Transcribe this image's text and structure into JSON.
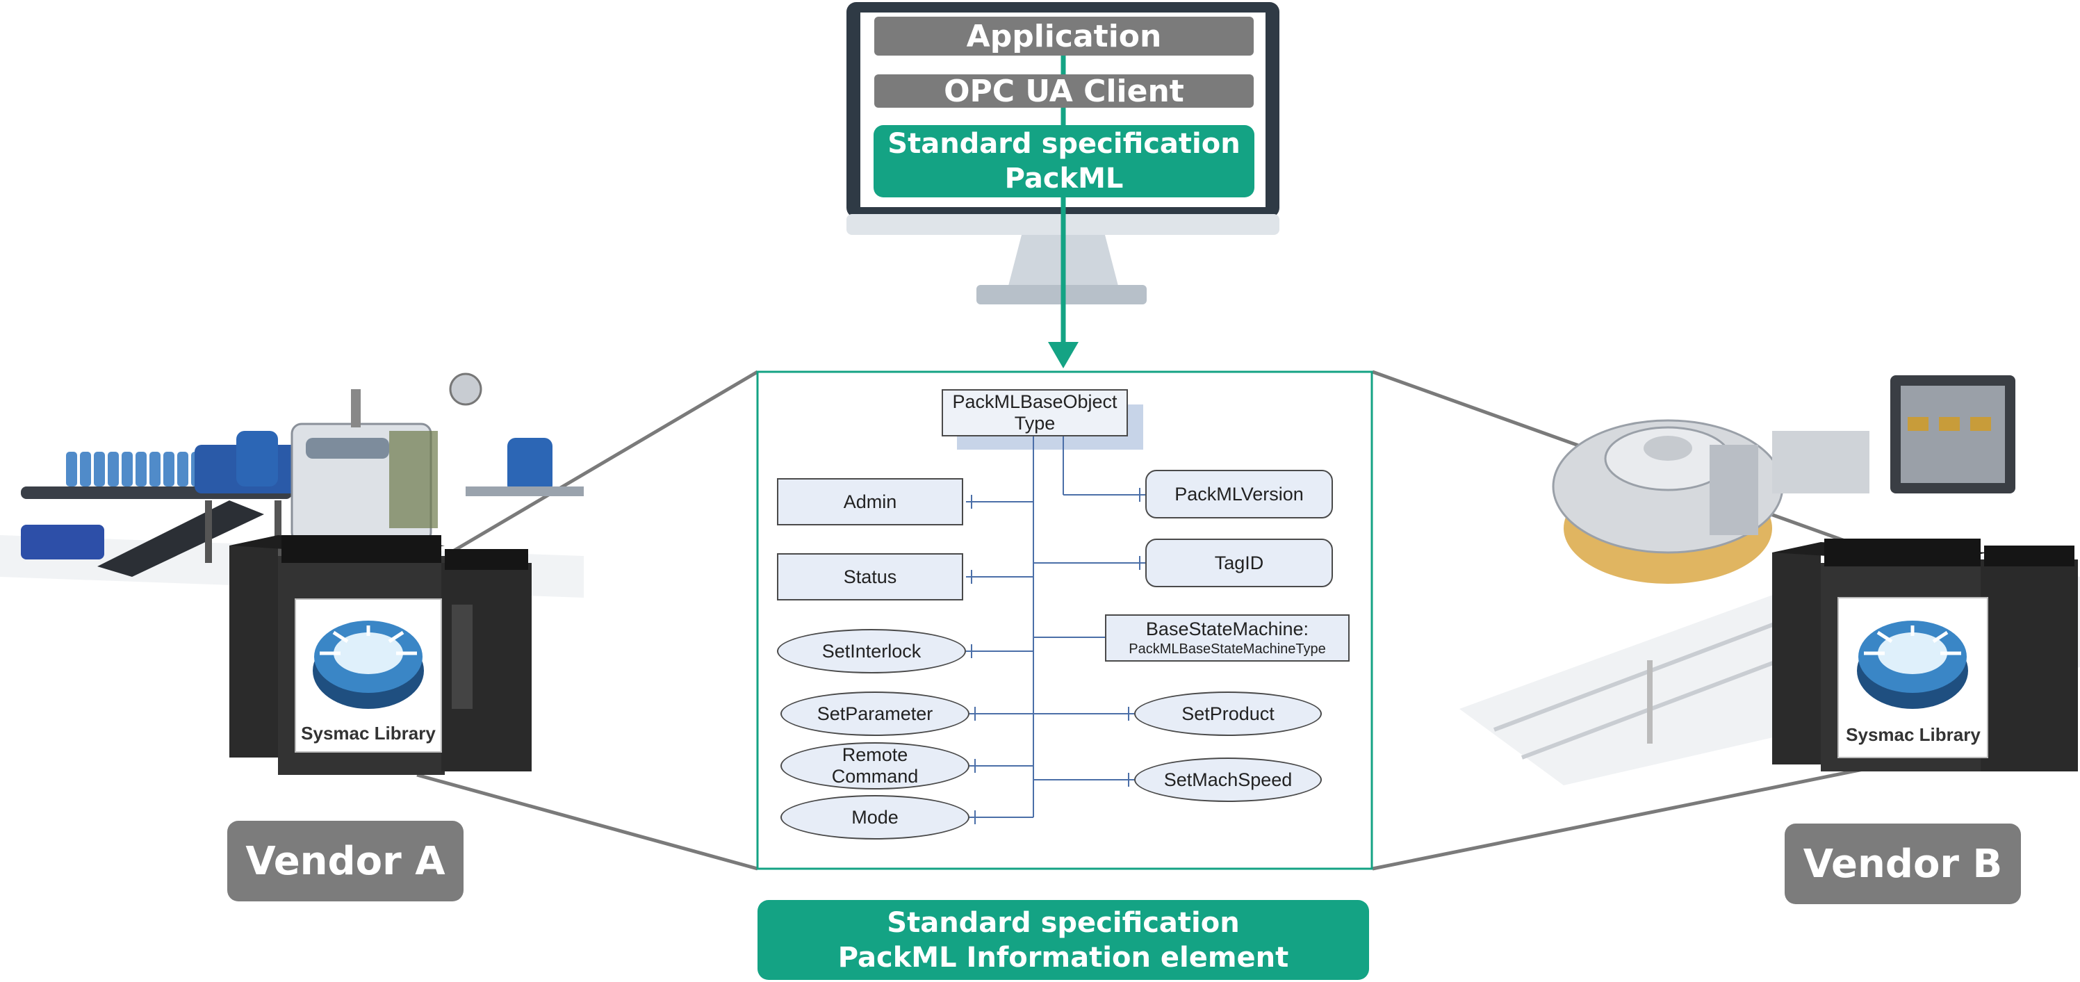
{
  "monitor": {
    "layers": [
      "Application",
      "OPC UA Client"
    ],
    "standard_lines": [
      "Standard specification",
      "PackML"
    ]
  },
  "diagram": {
    "root_lines": [
      "PackMLBaseObject",
      "Type"
    ],
    "left_nodes": [
      "Admin",
      "Status",
      "SetInterlock",
      "SetParameter",
      "Remote Command",
      "Mode"
    ],
    "right_nodes": [
      "PackMLVersion",
      "TagID",
      "SetProduct",
      "SetMachSpeed"
    ],
    "state_machine_lines": [
      "BaseStateMachine:",
      "PackMLBaseStateMachineType"
    ]
  },
  "banner_lines": [
    "Standard specification",
    "PackML Information element"
  ],
  "vendors": {
    "a": "Vendor A",
    "b": "Vendor B"
  },
  "library_label": "Sysmac Library",
  "colors": {
    "accent": "#14a384",
    "gray": "#7c7c7c",
    "frame": "#2f3a45",
    "node_fill": "#e7edf7"
  }
}
